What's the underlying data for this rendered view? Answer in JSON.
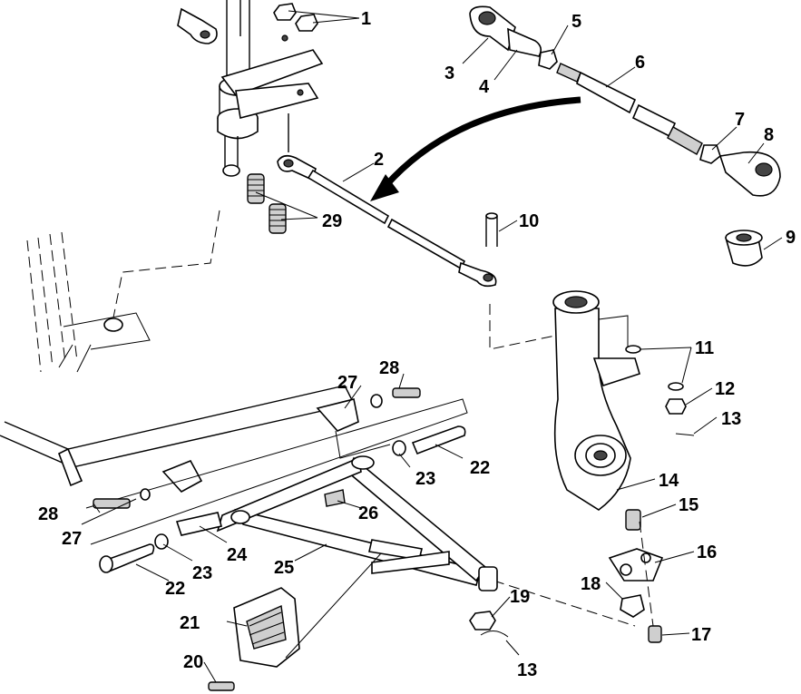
{
  "callouts": [
    {
      "id": "c1",
      "text": "1"
    },
    {
      "id": "c2",
      "text": "2"
    },
    {
      "id": "c3",
      "text": "3"
    },
    {
      "id": "c4",
      "text": "4"
    },
    {
      "id": "c5",
      "text": "5"
    },
    {
      "id": "c6",
      "text": "6"
    },
    {
      "id": "c7",
      "text": "7"
    },
    {
      "id": "c8",
      "text": "8"
    },
    {
      "id": "c9",
      "text": "9"
    },
    {
      "id": "c10",
      "text": "10"
    },
    {
      "id": "c11",
      "text": "11"
    },
    {
      "id": "c12",
      "text": "12"
    },
    {
      "id": "c13a",
      "text": "13"
    },
    {
      "id": "c14",
      "text": "14"
    },
    {
      "id": "c15",
      "text": "15"
    },
    {
      "id": "c16",
      "text": "16"
    },
    {
      "id": "c17",
      "text": "17"
    },
    {
      "id": "c18",
      "text": "18"
    },
    {
      "id": "c19",
      "text": "19"
    },
    {
      "id": "c13b",
      "text": "13"
    },
    {
      "id": "c20",
      "text": "20"
    },
    {
      "id": "c21",
      "text": "21"
    },
    {
      "id": "c22a",
      "text": "22"
    },
    {
      "id": "c23a",
      "text": "23"
    },
    {
      "id": "c24",
      "text": "24"
    },
    {
      "id": "c25",
      "text": "25"
    },
    {
      "id": "c22b",
      "text": "22"
    },
    {
      "id": "c23b",
      "text": "23"
    },
    {
      "id": "c26",
      "text": "26"
    },
    {
      "id": "c27a",
      "text": "27"
    },
    {
      "id": "c28a",
      "text": "28"
    },
    {
      "id": "c27b",
      "text": "27"
    },
    {
      "id": "c28b",
      "text": "28"
    },
    {
      "id": "c29",
      "text": "29"
    }
  ]
}
